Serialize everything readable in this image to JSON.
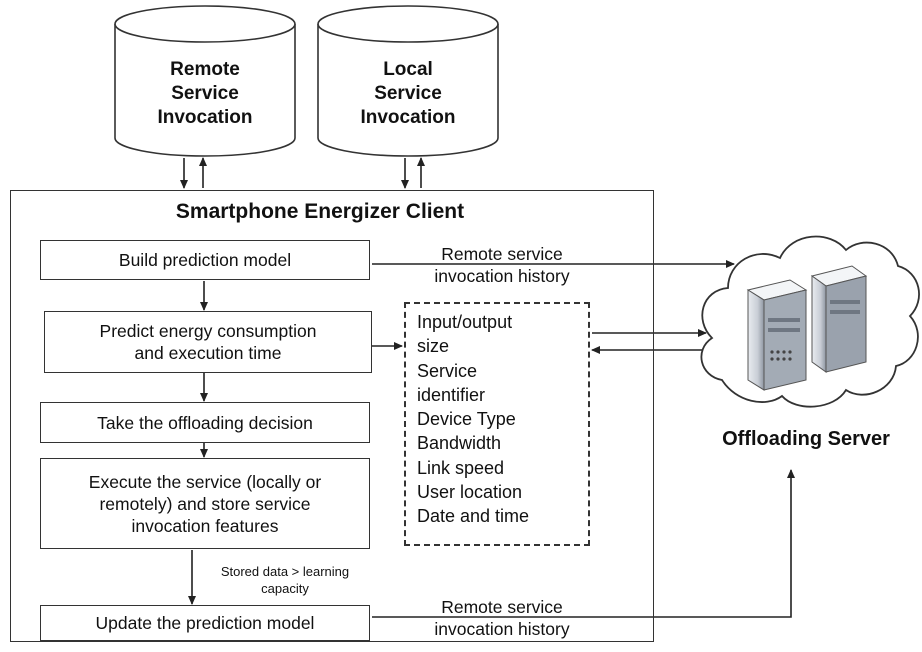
{
  "databases": {
    "remote": {
      "line1": "Remote",
      "line2": "Service",
      "line3": "Invocation"
    },
    "local": {
      "line1": "Local",
      "line2": "Service",
      "line3": "Invocation"
    }
  },
  "client": {
    "title": "Smartphone Energizer Client",
    "steps": [
      {
        "line1": "Build prediction model",
        "line2": ""
      },
      {
        "line1": "Predict energy consumption",
        "line2": "and execution time"
      },
      {
        "line1": "Take the offloading decision",
        "line2": ""
      },
      {
        "line1": "Execute the service (locally or",
        "line2": "remotely) and store service",
        "line3": "invocation features"
      },
      {
        "line1": "Update the prediction model",
        "line2": ""
      }
    ],
    "features": [
      "Input/output",
      "size",
      "Service",
      "identifier",
      "Device Type",
      "Bandwidth",
      "Link speed",
      "User location",
      "Date and time"
    ],
    "condition": {
      "line1": "Stored data > learning",
      "line2": "capacity"
    }
  },
  "edges": {
    "history_top": {
      "line1": "Remote service",
      "line2": "invocation history"
    },
    "history_bottom": {
      "line1": "Remote service",
      "line2": "invocation history"
    }
  },
  "server": {
    "label": "Offloading Server"
  }
}
